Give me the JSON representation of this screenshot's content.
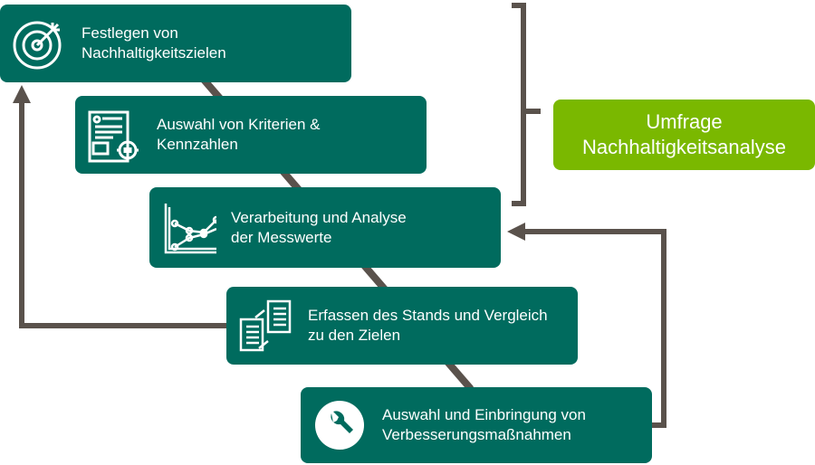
{
  "steps": [
    {
      "line1": "Festlegen von",
      "line2": "Nachhaltigkeitszielen",
      "icon": "target-icon"
    },
    {
      "line1": "Auswahl von Kriterien &",
      "line2": "Kennzahlen",
      "icon": "document-gear-icon"
    },
    {
      "line1": "Verarbeitung und Analyse",
      "line2": "der Messwerte",
      "icon": "line-chart-icon"
    },
    {
      "line1": "Erfassen des Stands und Vergleich",
      "line2": "zu den Zielen",
      "icon": "compare-documents-icon"
    },
    {
      "line1": "Auswahl und Einbringung von",
      "line2": "Verbesserungsmaßnahmen",
      "icon": "wrench-icon"
    }
  ],
  "survey": {
    "line1": "Umfrage",
    "line2": "Nachhaltigkeitsanalyse"
  },
  "colors": {
    "box": "#006b5e",
    "survey": "#7ab800",
    "connector": "#5a524c"
  }
}
